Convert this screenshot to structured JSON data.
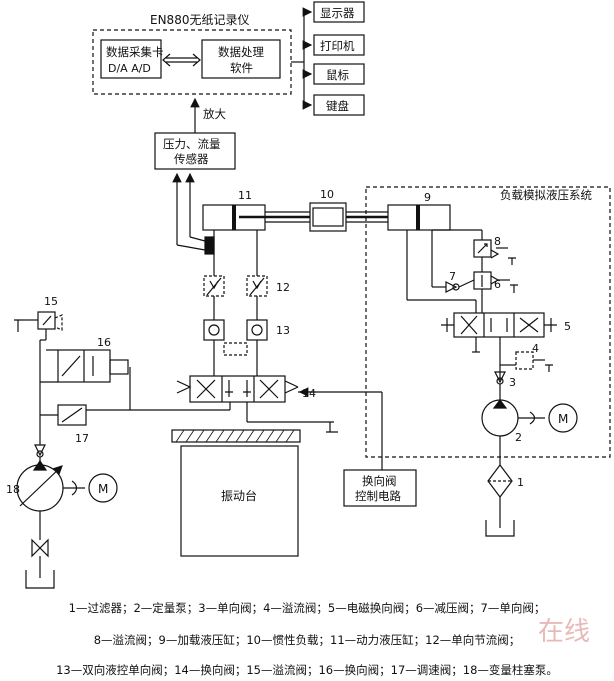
{
  "recorder": {
    "title": "EN880无纸记录仪",
    "daq_card_line1": "数据采集卡",
    "daq_card_line2": "D/A A/D",
    "software_line1": "数据处理",
    "software_line2": "软件"
  },
  "peripherals": [
    "显示器",
    "打印机",
    "鼠标",
    "键盘"
  ],
  "amplify_label": "放大",
  "sensor": {
    "line1": "压力、流量",
    "line2": "传感器"
  },
  "load_system_title": "负载模拟液压系统",
  "vibration_table": "振动台",
  "reversing_control": {
    "line1": "换向阀",
    "line2": "控制电路"
  },
  "motor_label": "M",
  "component_numbers": [
    "1",
    "2",
    "3",
    "4",
    "5",
    "6",
    "7",
    "8",
    "9",
    "10",
    "11",
    "12",
    "13",
    "14",
    "15",
    "16",
    "17",
    "18"
  ],
  "legend_lines": [
    "1—过滤器；2—定量泵；3—单向阀；4—溢流阀；5—电磁换向阀；6—减压阀；7—单向阀；",
    "8—溢流阀；9—加载液压缸；10—惯性负载；11—动力液压缸；12—单向节流阀；",
    "13—双向液控单向阀；14—换向阀；15—溢流阀；16—换向阀；17—调速阀；18—变量柱塞泵。"
  ],
  "watermark": "在线"
}
